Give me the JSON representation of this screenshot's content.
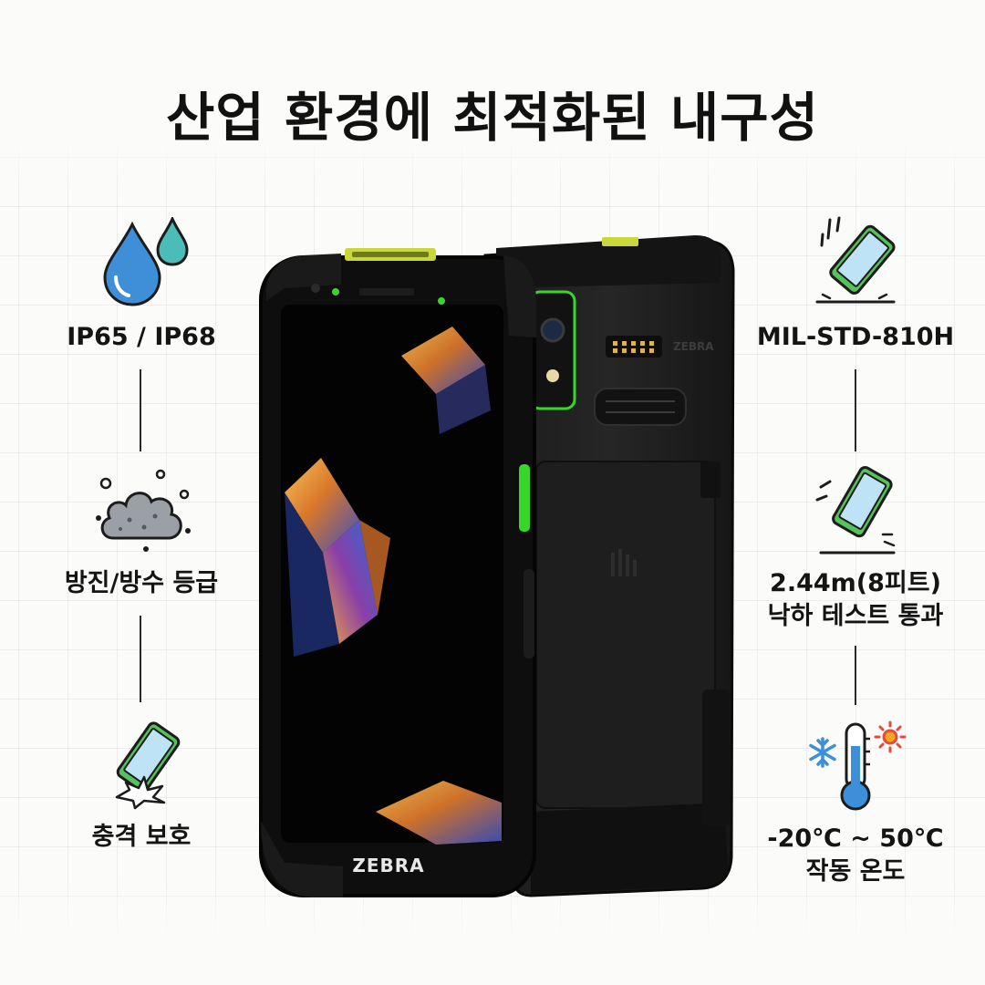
{
  "headline": "산업 환경에 최적화된 내구성",
  "features": {
    "ip_rating": {
      "label": "IP65 / IP68",
      "icon": "water-drops-icon"
    },
    "dust_water": {
      "label": "방진/방수 등급",
      "icon": "dust-cloud-icon"
    },
    "shock": {
      "label": "충격 보호",
      "icon": "phone-impact-icon"
    },
    "mil_std": {
      "label": "MIL-STD-810H",
      "icon": "phone-drop-icon"
    },
    "drop_test": {
      "line1": "2.44m(8피트)",
      "line2": "낙하 테스트 통과",
      "icon": "phone-falling-icon"
    },
    "temperature": {
      "line1": "-20℃ ~ 50℃",
      "line2": "작동 온도",
      "icon": "thermometer-icon"
    }
  },
  "device": {
    "front_brand": "ZEBRA",
    "back_brand": "ZEBRA",
    "accent_color": "#39d62a"
  },
  "colors": {
    "water_blue": "#3f8fd8",
    "water_teal": "#4cbcb8",
    "phone_green": "#55c25a",
    "phone_screen": "#bfe3f6",
    "thermo_blue": "#3c8fd9",
    "sun_red": "#e8493a"
  }
}
